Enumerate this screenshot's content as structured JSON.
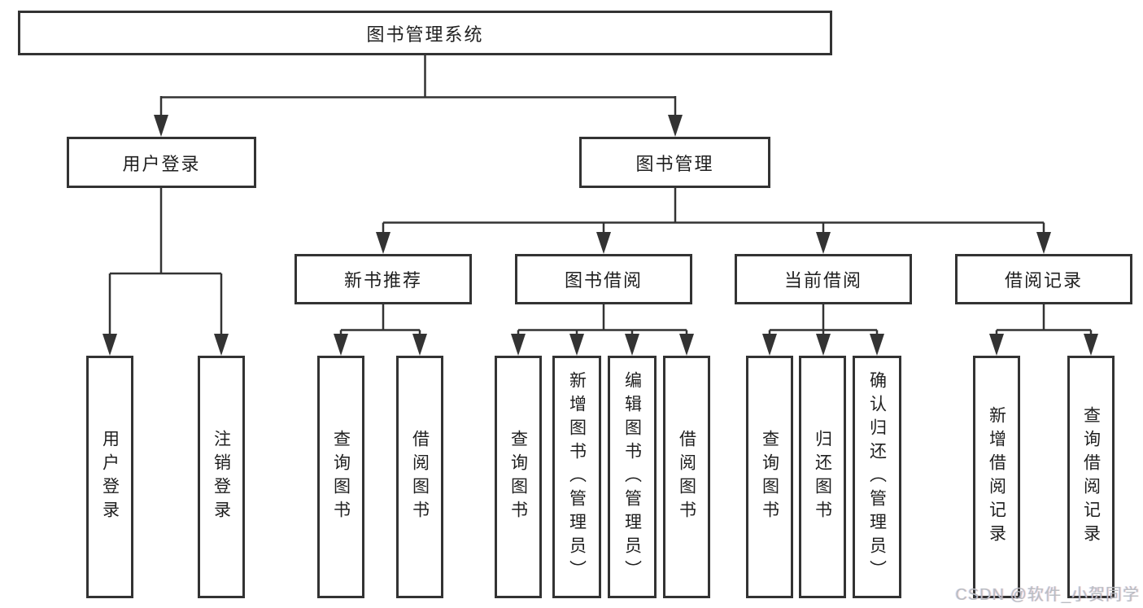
{
  "tree": {
    "root": {
      "label": "图书管理系统"
    },
    "branches": [
      {
        "label": "用户登录",
        "children": [
          {
            "label": "用户登录"
          },
          {
            "label": "注销登录"
          }
        ]
      },
      {
        "label": "图书管理",
        "children": [
          {
            "label": "新书推荐",
            "children": [
              {
                "label": "查询图书"
              },
              {
                "label": "借阅图书"
              }
            ]
          },
          {
            "label": "图书借阅",
            "children": [
              {
                "label": "查询图书"
              },
              {
                "label": "新增图书（管理员）"
              },
              {
                "label": "编辑图书（管理员）"
              },
              {
                "label": "借阅图书"
              }
            ]
          },
          {
            "label": "当前借阅",
            "children": [
              {
                "label": "查询图书"
              },
              {
                "label": "归还图书"
              },
              {
                "label": "确认归还（管理员）"
              }
            ]
          },
          {
            "label": "借阅记录",
            "children": [
              {
                "label": "新增借阅记录"
              },
              {
                "label": "查询借阅记录"
              }
            ]
          }
        ]
      }
    ]
  },
  "watermark": {
    "text": "CSDN @软件_小贺同学"
  },
  "colors": {
    "line": "#333333",
    "border": "#333333",
    "text": "#1f1f1f",
    "watermark": "#b9bdc2",
    "background": "#ffffff"
  }
}
